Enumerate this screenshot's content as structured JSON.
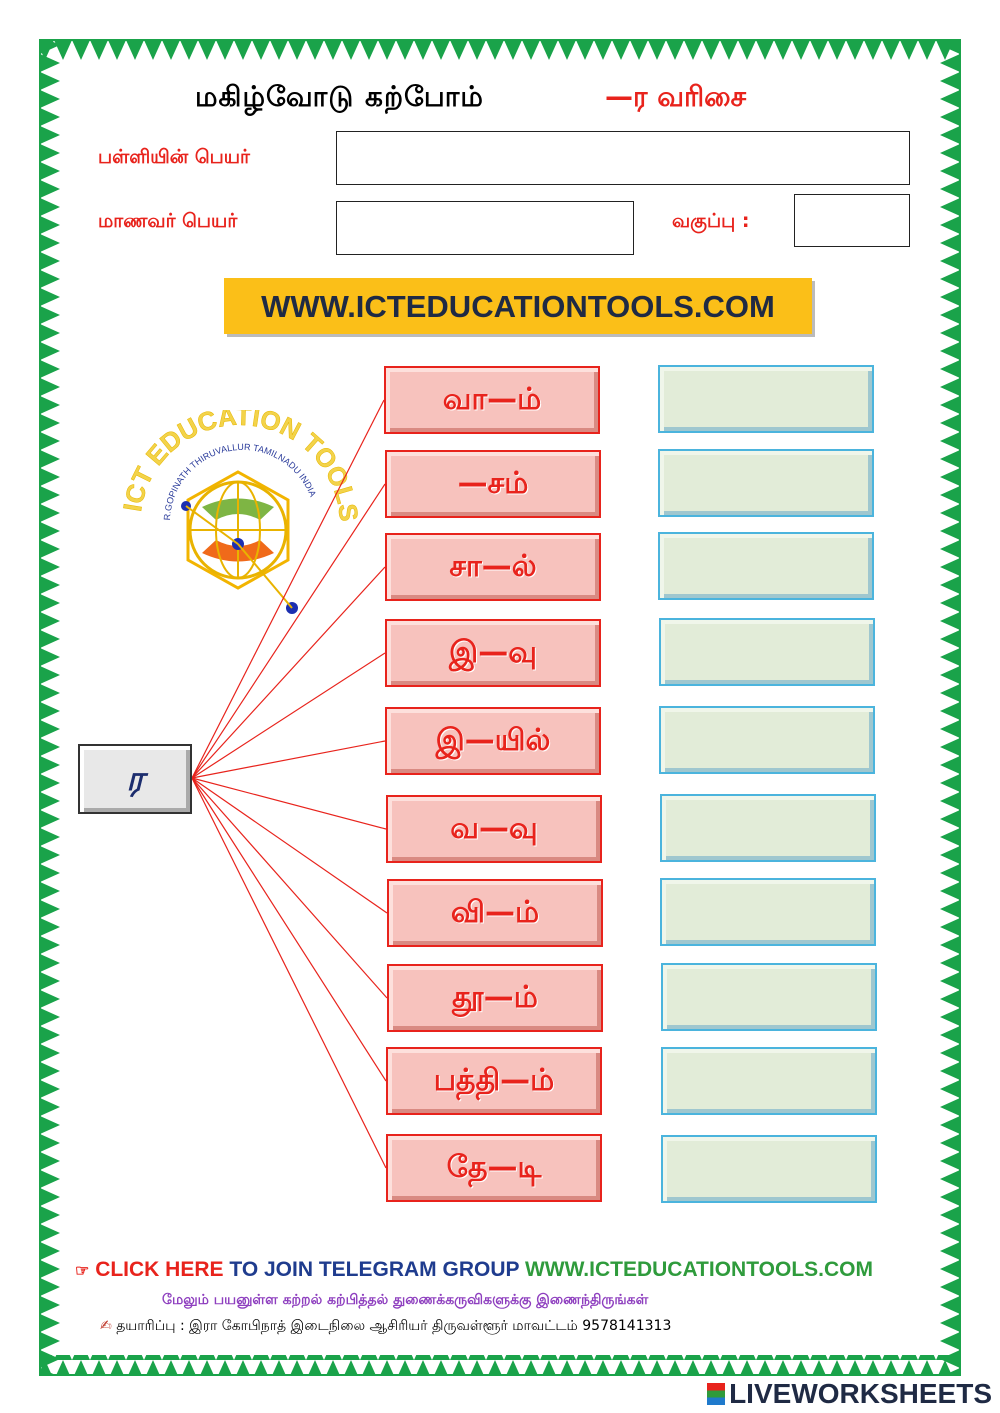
{
  "header": {
    "title": "மகிழ்வோடு கற்போம்",
    "title_suffix": "—ர  வரிசை"
  },
  "form": {
    "school_label": "பள்ளியின் பெயர்",
    "student_label": "மாணவர் பெயர்",
    "class_label": "வகுப்பு :"
  },
  "banner": {
    "text": "WWW.ICTEDUCATIONTOOLS.COM"
  },
  "logo": {
    "arc_text": "ICT EDUCATION TOOLS",
    "inner_text": "R.GOPINATH THIRUVALLUR TAMILNADU INDIA",
    "icon": "globe-icon"
  },
  "source_letter": "ர",
  "words": [
    "வா—ம்",
    "—சம்",
    "சா—ல்",
    "இ—வு",
    "இ—யில்",
    "வ—வு",
    "வி—ம்",
    "தூ—ம்",
    "பத்தி—ம்",
    "தே—டி"
  ],
  "footer": {
    "click_here": "CLICK HERE",
    "join_text": "TO JOIN TELEGRAM GROUP",
    "site": "WWW.ICTEDUCATIONTOOLS.COM",
    "tamil_line": "மேலும் பயனுள்ள கற்றல் கற்பித்தல் துணைக்கருவிகளுக்கு இணைந்திருங்கள்",
    "credit": "தயாரிப்பு : இரா கோபிநாத் இடைநிலை ஆசிரியர் திருவள்ளூர் மாவட்டம் 9578141313"
  },
  "watermark": "LIVEWORKSHEETS",
  "colors": {
    "border_green": "#1aa34a",
    "accent_red": "#e8231c",
    "banner_yellow": "#fbbf18",
    "answer_blue": "#4bb4dd"
  }
}
